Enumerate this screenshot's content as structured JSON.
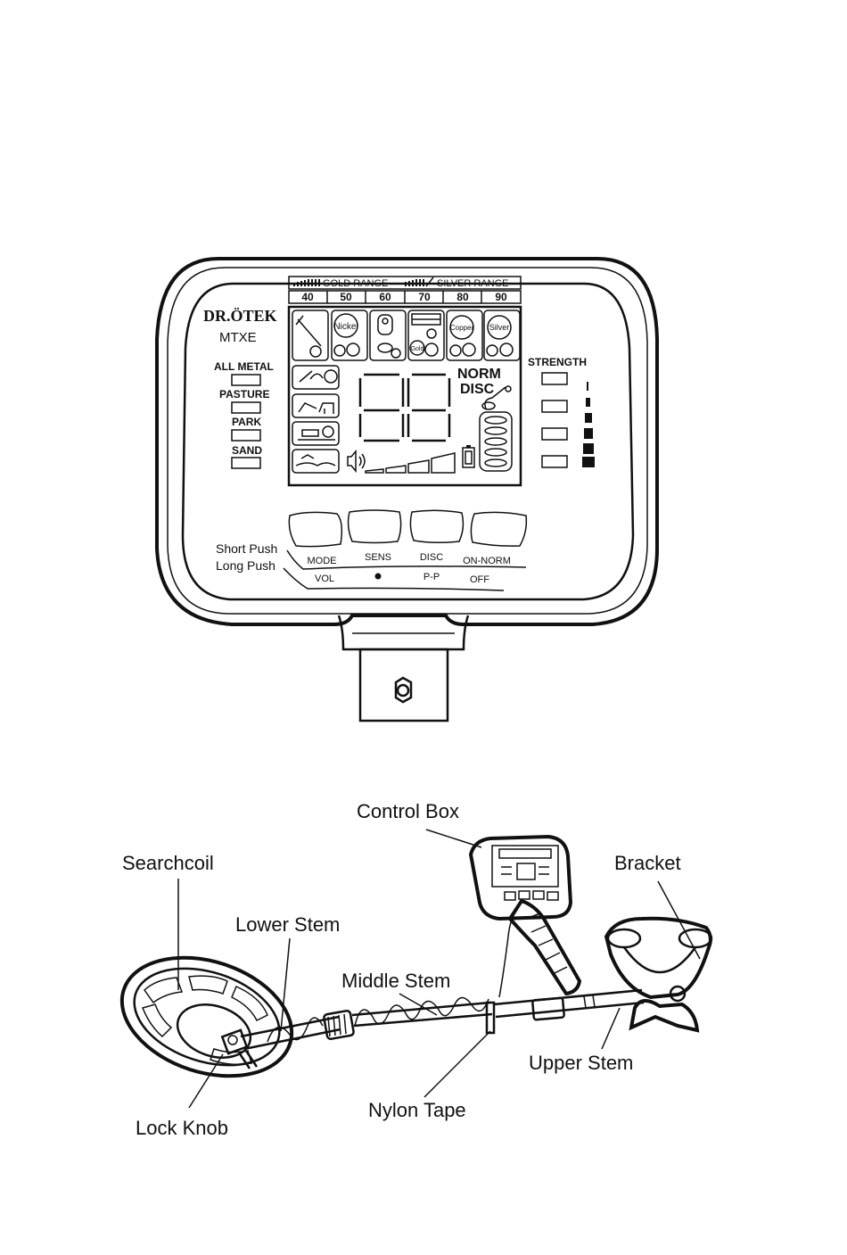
{
  "control_panel": {
    "brand": "DR.ÖTEK",
    "model": "MTXE",
    "range_bar": {
      "gold_label": "GOLD RANGE",
      "silver_label": "SILVER RANGE"
    },
    "scale_numbers": [
      "40",
      "50",
      "60",
      "70",
      "80",
      "90"
    ],
    "target_icons": [
      "nail-icon",
      "nickel-coin-icon",
      "pull-tab-icon",
      "gold-bar-icon",
      "copper-coin-icon",
      "silver-coin-icon"
    ],
    "icon_texts": {
      "nickel": "Nickel",
      "gold": "Gold",
      "copper": "Copper",
      "silver": "Silver"
    },
    "mode_labels": [
      "ALL METAL",
      "PASTURE",
      "PARK",
      "SAND"
    ],
    "norm_label": "NORM",
    "disc_label": "DISC",
    "strength_label": "STRENGTH",
    "short_push_label": "Short Push",
    "long_push_label": "Long Push",
    "short_push_actions": [
      "MODE",
      "SENS",
      "DISC",
      "ON-NORM"
    ],
    "long_push_actions": [
      "VOL",
      "",
      "P-P",
      "OFF"
    ]
  },
  "assembly_labels": {
    "control_box": "Control Box",
    "searchcoil": "Searchcoil",
    "bracket": "Bracket",
    "lower_stem": "Lower Stem",
    "middle_stem": "Middle Stem",
    "upper_stem": "Upper Stem",
    "nylon_tape": "Nylon Tape",
    "lock_knob": "Lock Knob"
  }
}
